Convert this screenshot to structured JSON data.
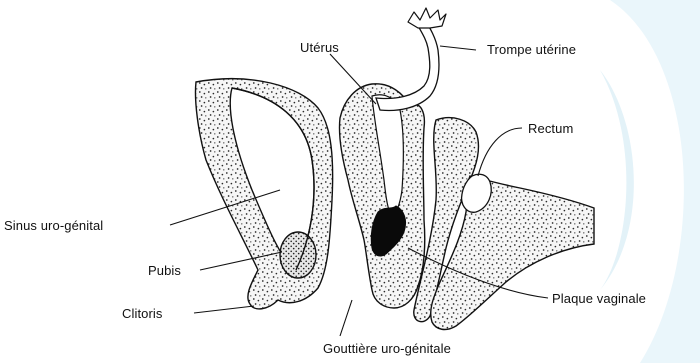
{
  "labels": {
    "uterus": "Utérus",
    "fallopian_tube": "Trompe utérine",
    "rectum": "Rectum",
    "urogenital_sinus": "Sinus uro-génital",
    "pubis": "Pubis",
    "clitoris": "Clitoris",
    "urogenital_groove": "Gouttière uro-génitale",
    "vaginal_plate": "Plaque vaginale"
  },
  "colors": {
    "ink": "#111111",
    "stipple": "#2a2a2a",
    "tissue": "#f4f4f4",
    "vaginal_plate_fill": "#0a0a0a",
    "background_arc": "#eaf6fb"
  }
}
